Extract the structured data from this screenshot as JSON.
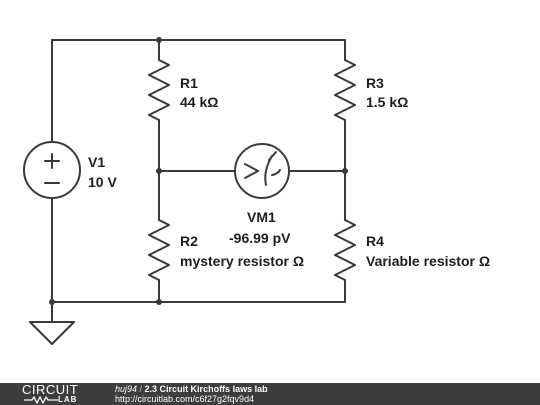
{
  "components": {
    "v1": {
      "name": "V1",
      "value": "10 V"
    },
    "r1": {
      "name": "R1",
      "value": "44 kΩ"
    },
    "r2": {
      "name": "R2",
      "value": "mystery resistor Ω"
    },
    "r3": {
      "name": "R3",
      "value": "1.5 kΩ"
    },
    "r4": {
      "name": "R4",
      "value": "Variable resistor Ω"
    },
    "vm1": {
      "name": "VM1",
      "value": "-96.99 pV"
    }
  },
  "footer": {
    "logo_top": "CIRCUIT",
    "logo_bottom": "LAB",
    "user": "huj94",
    "separator": " / ",
    "title": "2.3 Circuit Kirchoffs laws lab",
    "url": "http://circuitlab.com/c6f27g2fqv9d4"
  }
}
